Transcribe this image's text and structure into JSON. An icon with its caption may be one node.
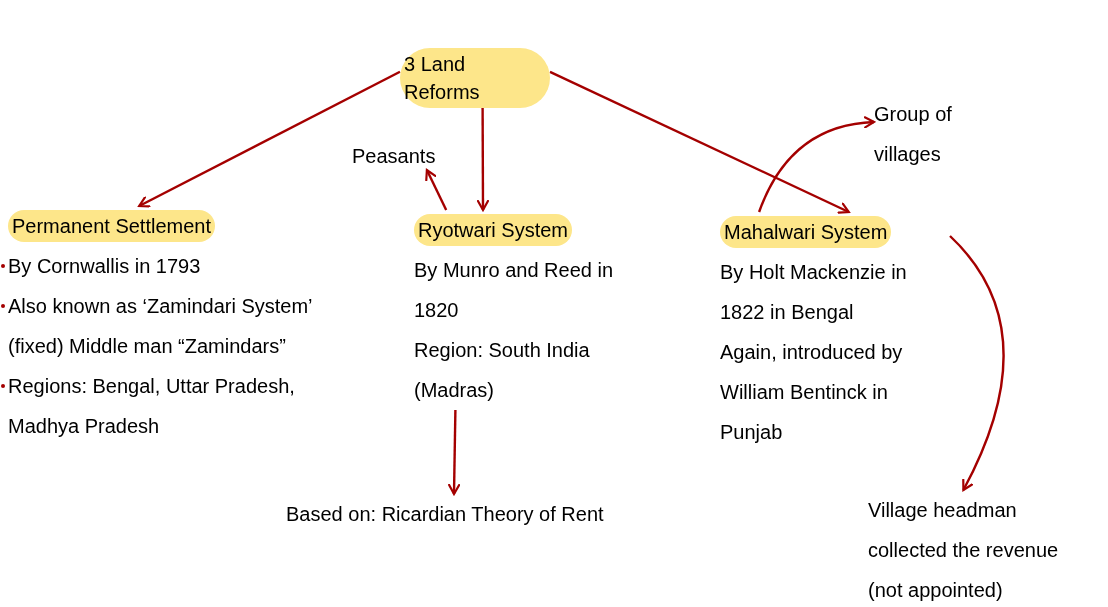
{
  "diagram": {
    "nodes": [
      {
        "text": [
          "3 Land Reforms"
        ]
      },
      {
        "text": [
          "Permanent Settlement",
          "By Cornwallis in 1793",
          "Also known as ‘Zamindari System’ (fixed)   Middle man “Zamindars”",
          "Regions: Bengal, Uttar Pradesh, Madhya Pradesh"
        ]
      },
      {
        "text": [
          "Peasants"
        ]
      },
      {
        "text": [
          "Ryotwari System",
          "By Munro and Reed in 1820",
          "Region: South India (Madras)"
        ]
      },
      {
        "text": [
          "Mahalwari System",
          "By Holt Mackenzie in 1822 in Bengal",
          "Again, introduced by William Bentinck in Punjab"
        ]
      },
      {
        "text": [
          "Group of villages"
        ]
      },
      {
        "text": [
          "Based on: Ricardian Theory of Rent"
        ]
      },
      {
        "text": [
          "Village headman collected the revenue (not appointed)"
        ]
      }
    ],
    "edges": [
      {
        "from": 0,
        "to": 1,
        "arrow": "to"
      },
      {
        "from": 0,
        "to": 3,
        "arrow": "to"
      },
      {
        "from": 0,
        "to": 4,
        "arrow": "to"
      },
      {
        "from": 3,
        "to": 2,
        "arrow": "to"
      },
      {
        "from": 3,
        "to": 6,
        "arrow": "to"
      },
      {
        "from": 4,
        "to": 5,
        "arrow": "to"
      },
      {
        "from": 4,
        "to": 7,
        "arrow": "to"
      }
    ]
  }
}
